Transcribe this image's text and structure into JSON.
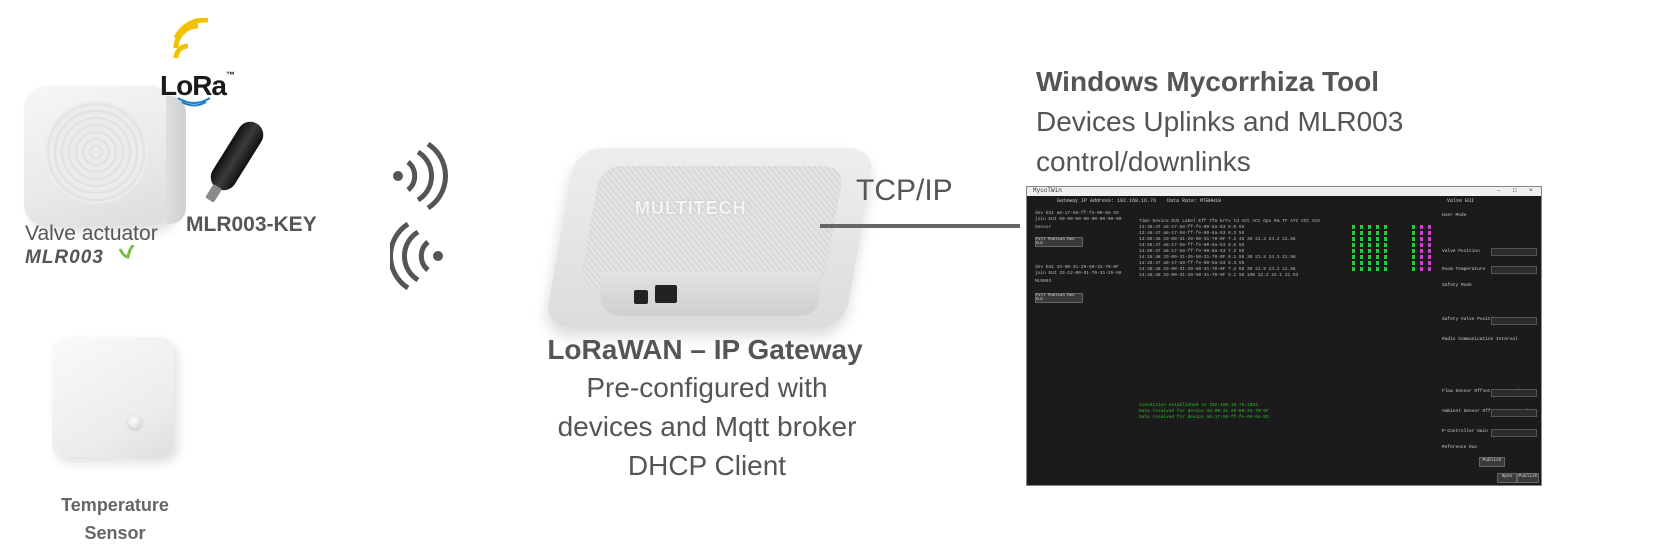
{
  "devices": {
    "lora_logo": "LoRa",
    "lora_tm": "™",
    "key_label": "MLR003-KEY",
    "valve_label": "Valve actuator",
    "valve_model": "MLR003",
    "sensor_label_line1": "Temperature",
    "sensor_label_line2": "Sensor"
  },
  "gateway": {
    "logo": "MULTITECH",
    "title": "LoRaWAN – IP Gateway",
    "lines": [
      "Pre-configured with",
      "devices and Mqtt broker",
      "DHCP Client"
    ]
  },
  "connection": {
    "label": "TCP/IP"
  },
  "tool": {
    "title": "Windows Mycorrhiza Tool",
    "sub_lines": [
      "Devices Uplinks and MLR003",
      "control/downlinks"
    ],
    "window": {
      "titlebar": "MycoTWin",
      "gateway_ip_label": "Gateway IP Address: 192.168.16.76",
      "data_rate_label": "Data Rate: MTBHH10",
      "valve_eui_label": "Valve EUI",
      "log_header": "Time     Device EUI          Label  Eff  Tfm  ErFx  Td  ACt  ACt  Opn Rm  TF  ATC  VCC  ACS",
      "log_rows": [
        "13:36:47  a8-17-58-ff-fe-00-6a-53   6.0  55",
        "13:46:47  a8-17-58-ff-fe-00-6a-53   6.3  55",
        "14:06:48  33-00-31-29-50-31-70-0F   7.2  48  30  21.3  24.2  21.56",
        "13:56:47  a8-17-58-ff-fe-00-6a-53   6.6  55",
        "14:06:47  a8-17-58-ff-fe-00-6a-53   7.3  55",
        "14:16:48  33-00-31-29-50-31-70-0F   6.1  56  30  21.8  24.3  21.56",
        "14:26:47  a8-17-58-ff-fe-00-6a-53   6.3  55",
        "14:36:48  33-00-31-29-50-31-70-0F   7.4  56  30  21.9  24.2  21.56",
        "14:46:48  33-00-31-29-50-31-70-0F   5.1  55  100  22.2  24.1  21.93"
      ],
      "messages": [
        "Connection established to 192.168.16.76:1883",
        "Data received for device 33-00-31-29-50-31-70-0F",
        "Data received for device a8-17-58-ff-fe-00-6a-53"
      ],
      "left_items": [
        "dev EUI a8-17-58-ff-fe-00-6a-53",
        "join EUI 00-00-00-00-00-00-00-00",
        "Sensor",
        "dev EUI 33-00-31-29-50-31-70-0F",
        "join EUI 33-12-00-01-70-31-29-00",
        "MLR003"
      ],
      "left_button": "Fill Publish Dev EUI",
      "side_labels": [
        "User Mode",
        "Valve Position",
        "Room Temperature",
        "Safety Mode",
        "Safety Valve Position",
        "Radio Communication Interval",
        "Flow Sensor Offset Compensation",
        "Ambient Sensor Offset Compensation",
        "P-Controller Gain",
        "Reference Run"
      ],
      "buttons": {
        "publish": "Publish",
        "open": "Open",
        "publish2": "Publish"
      }
    }
  }
}
